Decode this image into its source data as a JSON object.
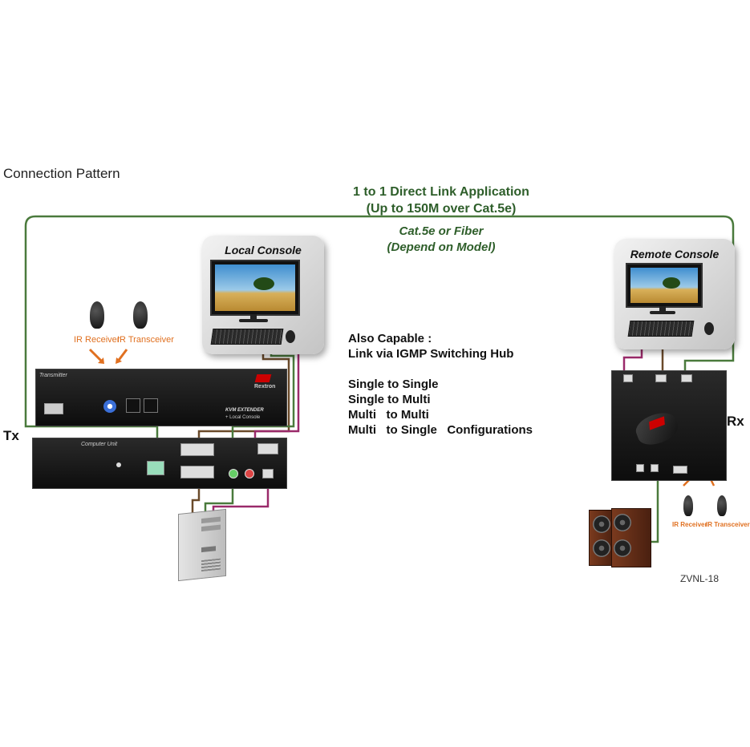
{
  "heading": "Connection Pattern",
  "title_line1": "1 to 1 Direct Link Application",
  "title_line2": "(Up to 150M over Cat.5e)",
  "cable_line1": "Cat.5e or Fiber",
  "cable_line2": "(Depend on Model)",
  "capabilities": [
    "Also Capable :",
    "Link via IGMP Switching Hub",
    "Single to Single",
    "Single to Multi",
    "Multi   to Multi",
    "Multi   to Single   Configurations"
  ],
  "local_console_label": "Local Console",
  "remote_console_label": "Remote Console",
  "tx_label": "Tx",
  "rx_label": "Rx",
  "ir_receiver_left": "IR Receiver",
  "ir_transceiver_left": "IR Transceiver",
  "ir_receiver_right": "IR Receiver",
  "ir_transceiver_right": "IR Transceiver",
  "transmitter_label": "Transmitter",
  "computer_unit_label": "Computer Unit",
  "brand": "Rextron",
  "product_line1": "KVM EXTENDER",
  "product_line2": "+ Local Console",
  "model_code": "ZVNL-18",
  "colors": {
    "cable_green": "#4a7a3c",
    "cable_magenta": "#9a2a6a",
    "cable_brown": "#6a4a2a",
    "title_green": "#2e5e2a",
    "ir_orange": "#e07020"
  }
}
